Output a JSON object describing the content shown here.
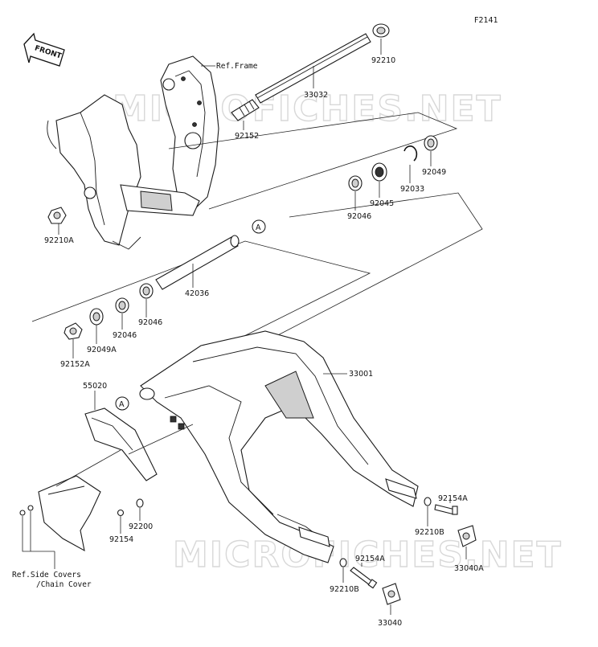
{
  "figure_code": "F2141",
  "direction_arrow": "FRONT",
  "watermark": "MICROFICHES.NET",
  "references": {
    "frame": "Ref.Frame",
    "side_covers_line1": "Ref.Side Covers",
    "side_covers_line2": "/Chain Cover"
  },
  "callout_marker": "A",
  "parts": {
    "p92210": "92210",
    "p33032": "33032",
    "p92152": "92152",
    "p92049": "92049",
    "p92033": "92033",
    "p92045": "92045",
    "p92046_top": "92046",
    "p92210A": "92210A",
    "p42036": "42036",
    "p92046_mid": "92046",
    "p92046_low": "92046",
    "p92049A": "92049A",
    "p92152A": "92152A",
    "p33001": "33001",
    "p55020": "55020",
    "p92154A_top": "92154A",
    "p92210B_right": "92210B",
    "p33040A": "33040A",
    "p92200": "92200",
    "p92154": "92154",
    "p92154A_low": "92154A",
    "p92210B_low": "92210B",
    "p33040": "33040"
  }
}
